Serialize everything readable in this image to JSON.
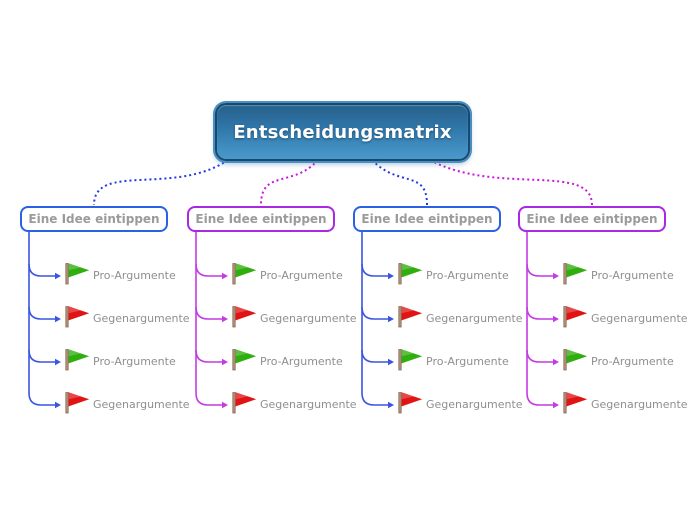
{
  "root": {
    "label": "Entscheidungsmatrix"
  },
  "ideas": [
    {
      "label": "Eine Idee eintippen",
      "color": "blue",
      "children": [
        {
          "label": "Pro-Argumente",
          "flag": "green"
        },
        {
          "label": "Gegenargumente",
          "flag": "red"
        },
        {
          "label": "Pro-Argumente",
          "flag": "green"
        },
        {
          "label": "Gegenargumente",
          "flag": "red"
        }
      ]
    },
    {
      "label": "Eine Idee eintippen",
      "color": "magenta",
      "children": [
        {
          "label": "Pro-Argumente",
          "flag": "green"
        },
        {
          "label": "Gegenargumente",
          "flag": "red"
        },
        {
          "label": "Pro-Argumente",
          "flag": "green"
        },
        {
          "label": "Gegenargumente",
          "flag": "red"
        }
      ]
    },
    {
      "label": "Eine Idee eintippen",
      "color": "blue",
      "children": [
        {
          "label": "Pro-Argumente",
          "flag": "green"
        },
        {
          "label": "Gegenargumente",
          "flag": "red"
        },
        {
          "label": "Pro-Argumente",
          "flag": "green"
        },
        {
          "label": "Gegenargumente",
          "flag": "red"
        }
      ]
    },
    {
      "label": "Eine Idee eintippen",
      "color": "magenta",
      "children": [
        {
          "label": "Pro-Argumente",
          "flag": "green"
        },
        {
          "label": "Gegenargumente",
          "flag": "red"
        },
        {
          "label": "Pro-Argumente",
          "flag": "green"
        },
        {
          "label": "Gegenargumente",
          "flag": "red"
        }
      ]
    }
  ],
  "icons": {
    "pro": "green-flag-icon",
    "contra": "red-flag-icon"
  },
  "palette": {
    "connector_blue": "#2438e4",
    "connector_magenta": "#cb14dc",
    "line_blue": "#3a55e2",
    "line_magenta": "#c43ae4",
    "border_blue": "#2b62e4",
    "border_magenta": "#aa28e0",
    "root_border": "#17496f",
    "root_fill_top": "#26608b",
    "root_fill_bottom": "#4a99cb",
    "box_text": "#9b9b9b",
    "child_text": "#8f8f8f",
    "flag_green": "#2fae0e",
    "flag_red": "#e01414",
    "flag_pole": "#b5917a"
  }
}
